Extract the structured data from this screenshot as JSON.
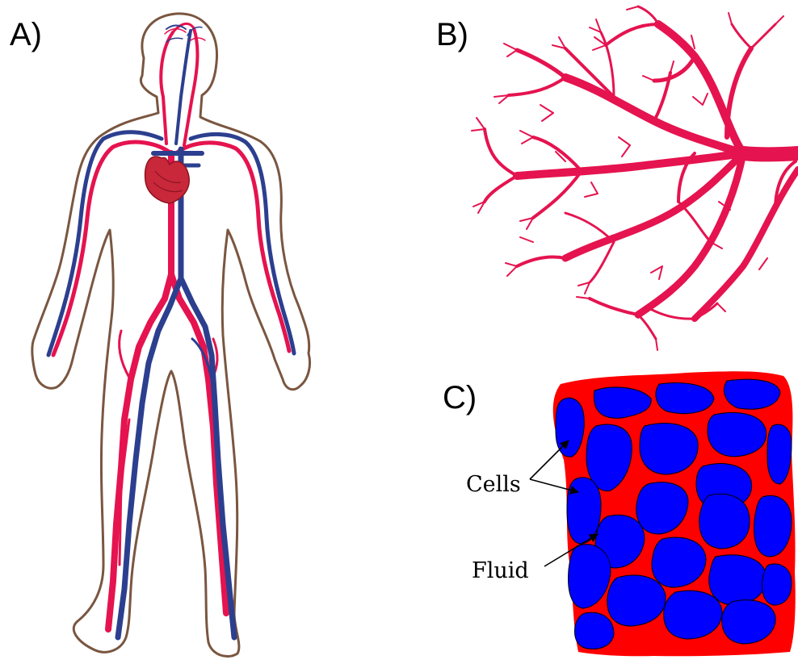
{
  "panels": {
    "a": {
      "label": "A)"
    },
    "b": {
      "label": "B)"
    },
    "c": {
      "label": "C)"
    }
  },
  "annotations": {
    "cells": "Cells",
    "fluid": "Fluid"
  },
  "colors": {
    "artery": "#e5134f",
    "vein": "#2c3f8f",
    "body_outline": "#7a5640",
    "heart": "#c8283a",
    "tissue_fluid": "#ff0000",
    "cell": "#0000ff",
    "background": "#ffffff"
  },
  "icons": {
    "body": "human-body-circulatory-system",
    "tree": "branching-vessel-network",
    "tissue": "tissue-cells-in-fluid"
  }
}
